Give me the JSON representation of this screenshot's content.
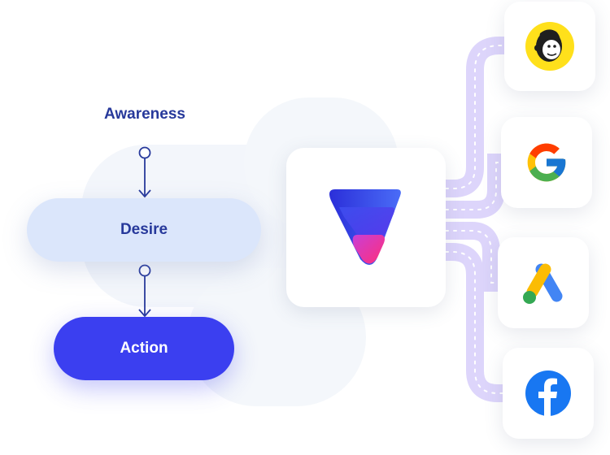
{
  "funnel": {
    "awareness": "Awareness",
    "desire": "Desire",
    "action": "Action"
  },
  "integrations": [
    {
      "name": "mailchimp-icon"
    },
    {
      "name": "google-icon"
    },
    {
      "name": "google-ads-icon"
    },
    {
      "name": "facebook-icon"
    }
  ],
  "colors": {
    "primary": "#3b3ff0",
    "navy_text": "#27399b",
    "desire_fill": "#dbe6fb",
    "path_color": "#dcd3fb"
  }
}
